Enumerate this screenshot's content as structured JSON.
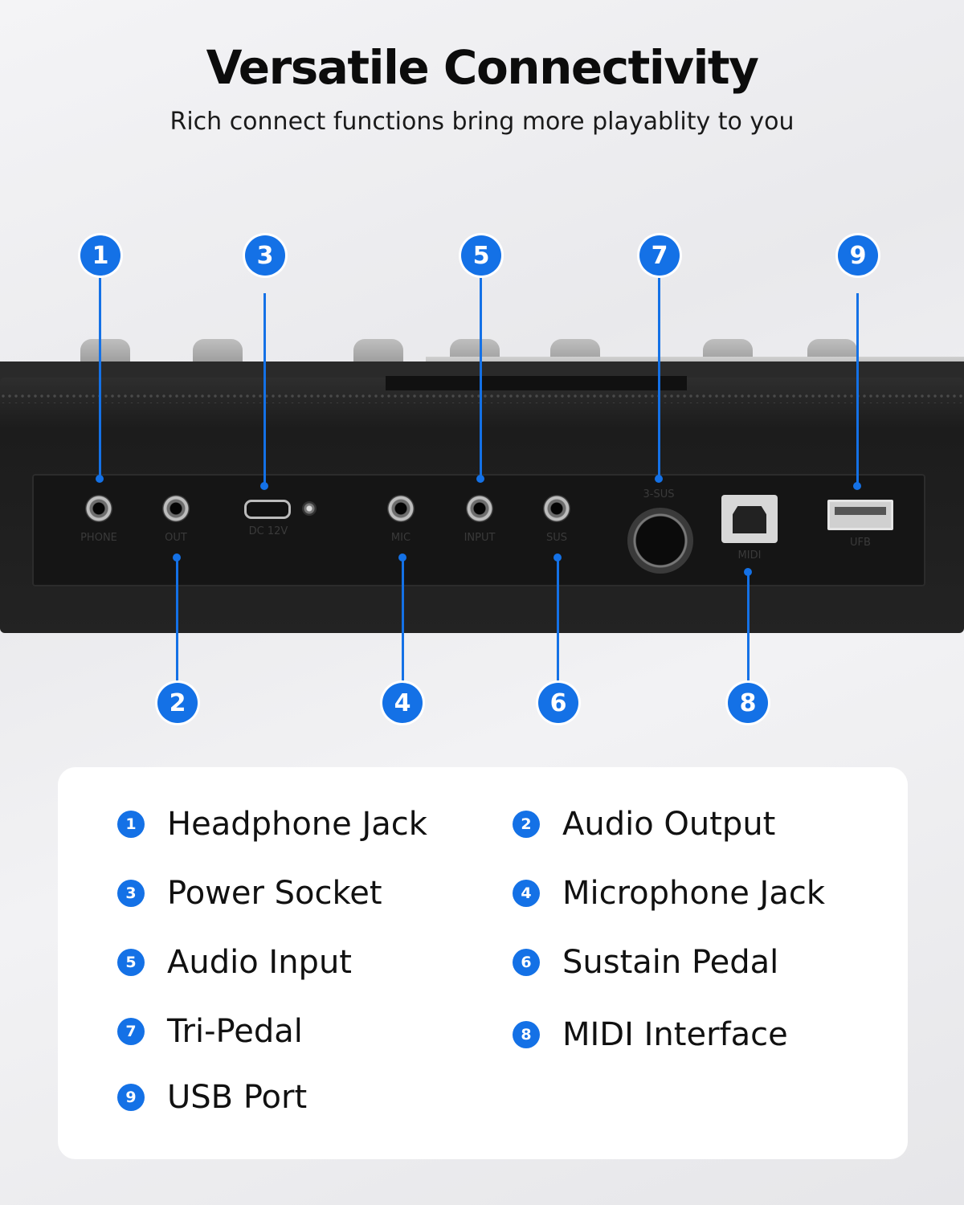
{
  "header": {
    "title": "Versatile Connectivity",
    "subtitle": "Rich connect functions bring more playablity to you"
  },
  "colors": {
    "accent": "#1471e6",
    "card": "#ffffff",
    "panel": "#151515"
  },
  "callouts": [
    "1",
    "2",
    "3",
    "4",
    "5",
    "6",
    "7",
    "8",
    "9"
  ],
  "ports": [
    {
      "label": "PHONE"
    },
    {
      "label": "OUT"
    },
    {
      "label": "DC 12V"
    },
    {
      "label": "MIC"
    },
    {
      "label": "INPUT"
    },
    {
      "label": "SUS"
    },
    {
      "label": "3-SUS"
    },
    {
      "label": "MIDI"
    },
    {
      "label": "UFB"
    }
  ],
  "legend": [
    {
      "num": "1",
      "label": "Headphone Jack"
    },
    {
      "num": "2",
      "label": "Audio Output"
    },
    {
      "num": "3",
      "label": "Power Socket"
    },
    {
      "num": "4",
      "label": "Microphone Jack"
    },
    {
      "num": "5",
      "label": "Audio Input"
    },
    {
      "num": "6",
      "label": "Sustain Pedal"
    },
    {
      "num": "7",
      "label": "Tri-Pedal"
    },
    {
      "num": "8",
      "label": "MIDI Interface"
    },
    {
      "num": "9",
      "label": "USB Port"
    }
  ]
}
